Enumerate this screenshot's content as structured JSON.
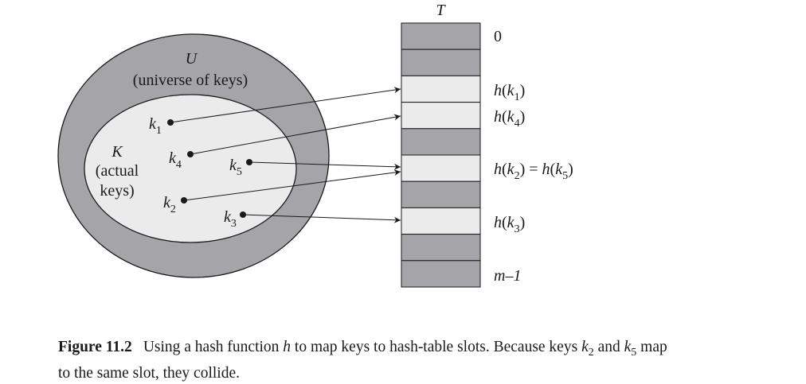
{
  "diagram": {
    "table_title": "T",
    "universe": {
      "symbol": "U",
      "description": "(universe of keys)"
    },
    "actual_keys": {
      "symbol": "K",
      "line1": "(actual",
      "line2": "keys)"
    },
    "keys": [
      {
        "base": "k",
        "sub": "1"
      },
      {
        "base": "k",
        "sub": "4"
      },
      {
        "base": "k",
        "sub": "5"
      },
      {
        "base": "k",
        "sub": "2"
      },
      {
        "base": "k",
        "sub": "3"
      }
    ],
    "slots": [
      {
        "state": "empty"
      },
      {
        "state": "empty"
      },
      {
        "state": "used"
      },
      {
        "state": "used"
      },
      {
        "state": "empty"
      },
      {
        "state": "used"
      },
      {
        "state": "empty"
      },
      {
        "state": "used"
      },
      {
        "state": "empty"
      },
      {
        "state": "empty"
      }
    ],
    "slot_labels": {
      "first": "0",
      "h_k1": "h(k1)",
      "h_k4": "h(k4)",
      "h_k2_k5": "h(k2) = h(k5)",
      "h_k3": "h(k3)",
      "last": "m–1"
    },
    "colors": {
      "outer_ellipse": "#a5a4a9",
      "inner_ellipse": "#ebebeb",
      "empty_slot": "#a5a4a9",
      "used_slot": "#ebebeb",
      "stroke": "#1a1a1a"
    }
  },
  "caption": {
    "figure_label": "Figure 11.2",
    "text_1": "Using a hash function ",
    "h": "h",
    "text_2": " to map keys to hash-table slots. Because keys ",
    "k2_base": "k",
    "k2_sub": "2",
    "text_3": " and ",
    "k5_base": "k",
    "k5_sub": "5",
    "text_4": " map",
    "line2": "to the same slot, they collide."
  }
}
